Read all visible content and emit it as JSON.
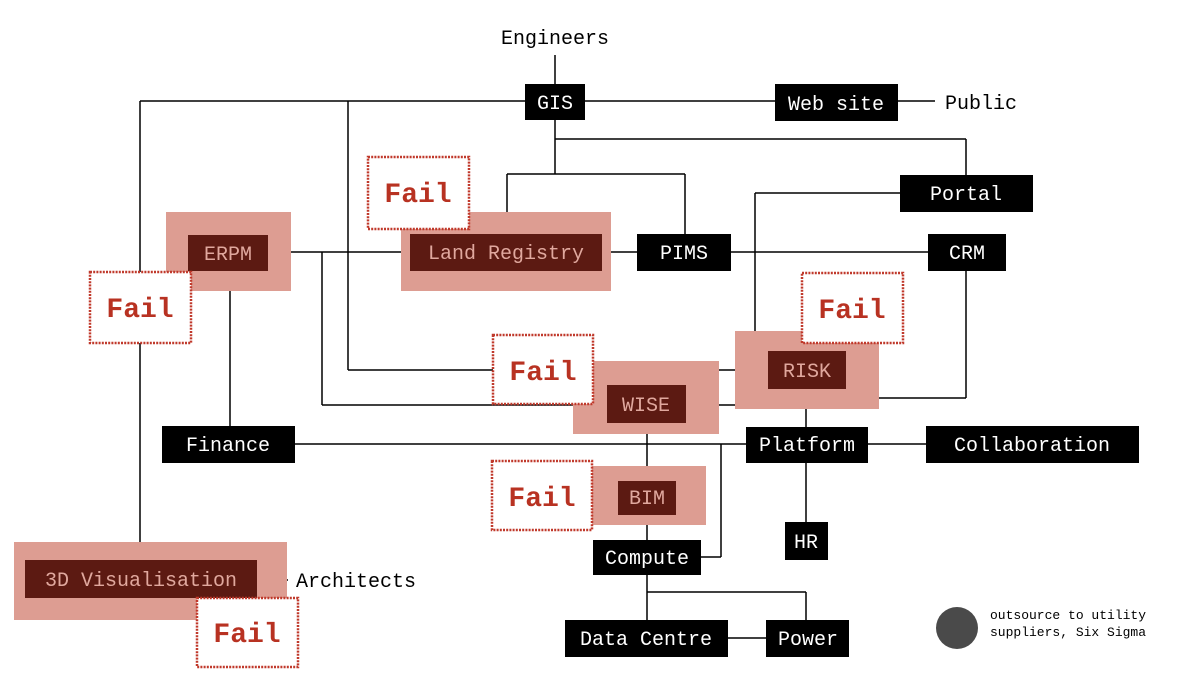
{
  "labels": {
    "engineers": "Engineers",
    "public": "Public",
    "architects": "Architects"
  },
  "nodes": {
    "gis": "GIS",
    "website": "Web site",
    "portal": "Portal",
    "erpm": "ERPM",
    "land_registry": "Land Registry",
    "pims": "PIMS",
    "crm": "CRM",
    "risk": "RISK",
    "wise": "WISE",
    "finance": "Finance",
    "platform": "Platform",
    "collaboration": "Collaboration",
    "bim": "BIM",
    "hr": "HR",
    "compute": "Compute",
    "visualisation": "3D Visualisation",
    "data_centre": "Data Centre",
    "power": "Power"
  },
  "fail_label": "Fail",
  "legend": {
    "line1": "outsource to utility",
    "line2": "suppliers, Six Sigma"
  },
  "colors": {
    "node_black": "#000000",
    "node_failed": "#5c1a12",
    "fail_shadow": "#dd9d92",
    "fail_stamp": "#c0392b",
    "legend_dot": "#4a4a4a"
  }
}
